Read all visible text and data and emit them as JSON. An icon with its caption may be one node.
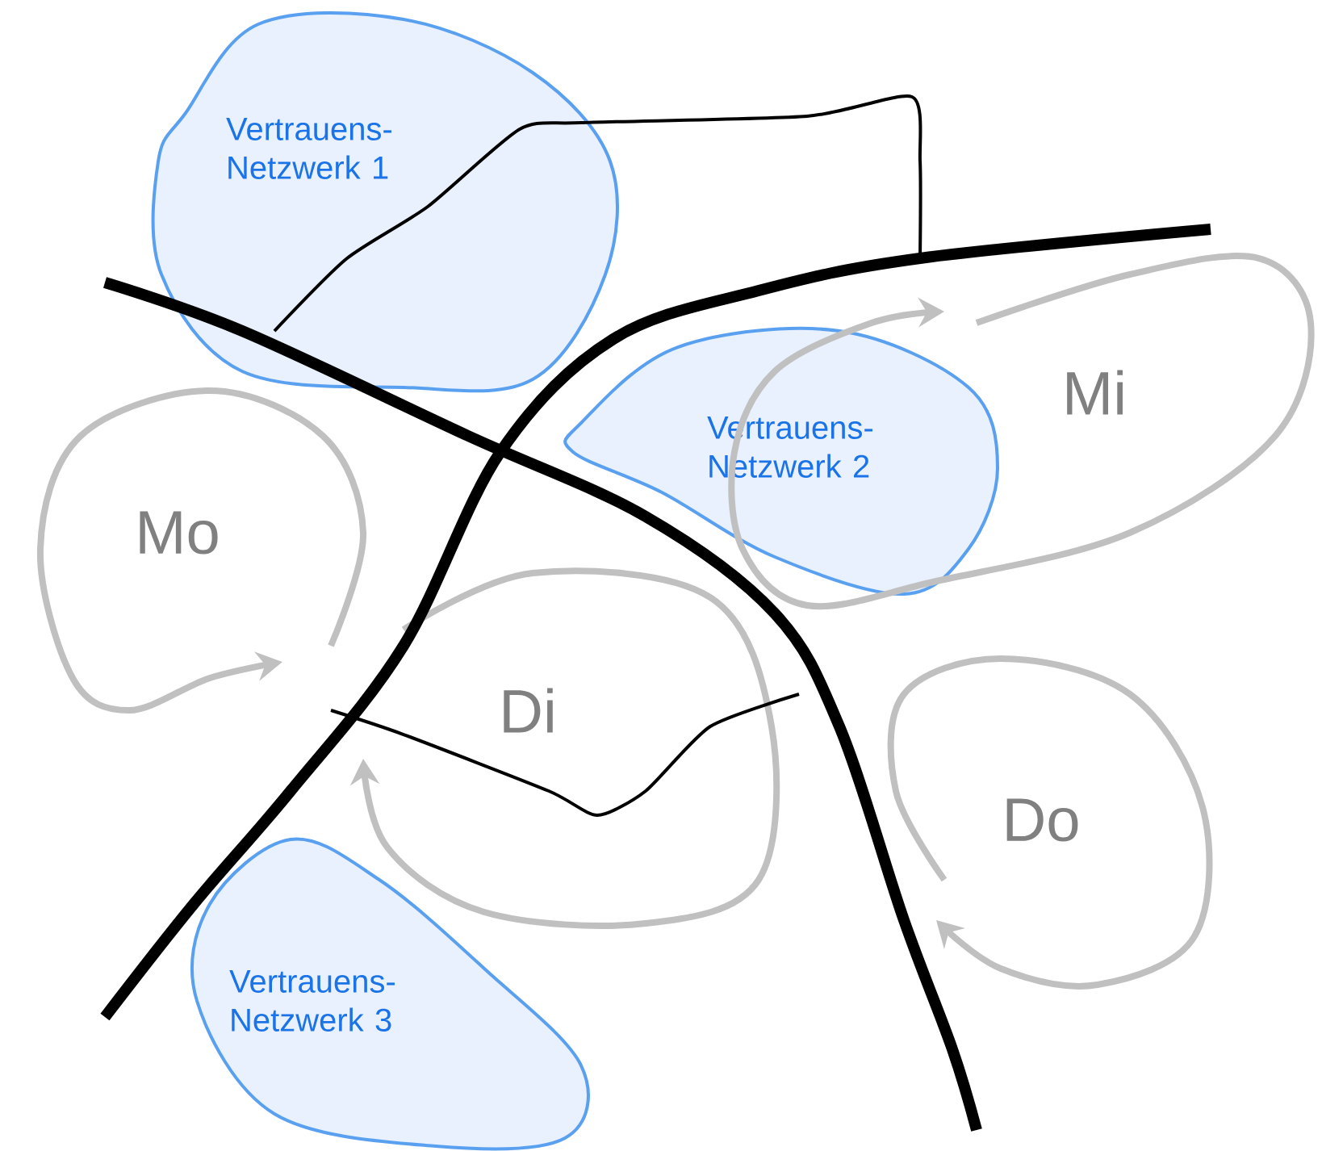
{
  "diagram": {
    "nodes": [
      {
        "text": [
          "Vertrauens- Netzwerk 1"
        ]
      },
      {
        "text": [
          "Vertrauens- Netzwerk 2"
        ]
      },
      {
        "text": [
          "Vertrauens- Netzwerk 3"
        ]
      },
      {
        "text": [
          "Mo"
        ]
      },
      {
        "text": [
          "Di"
        ]
      },
      {
        "text": [
          "Mi"
        ]
      },
      {
        "text": [
          "Do"
        ]
      }
    ]
  }
}
